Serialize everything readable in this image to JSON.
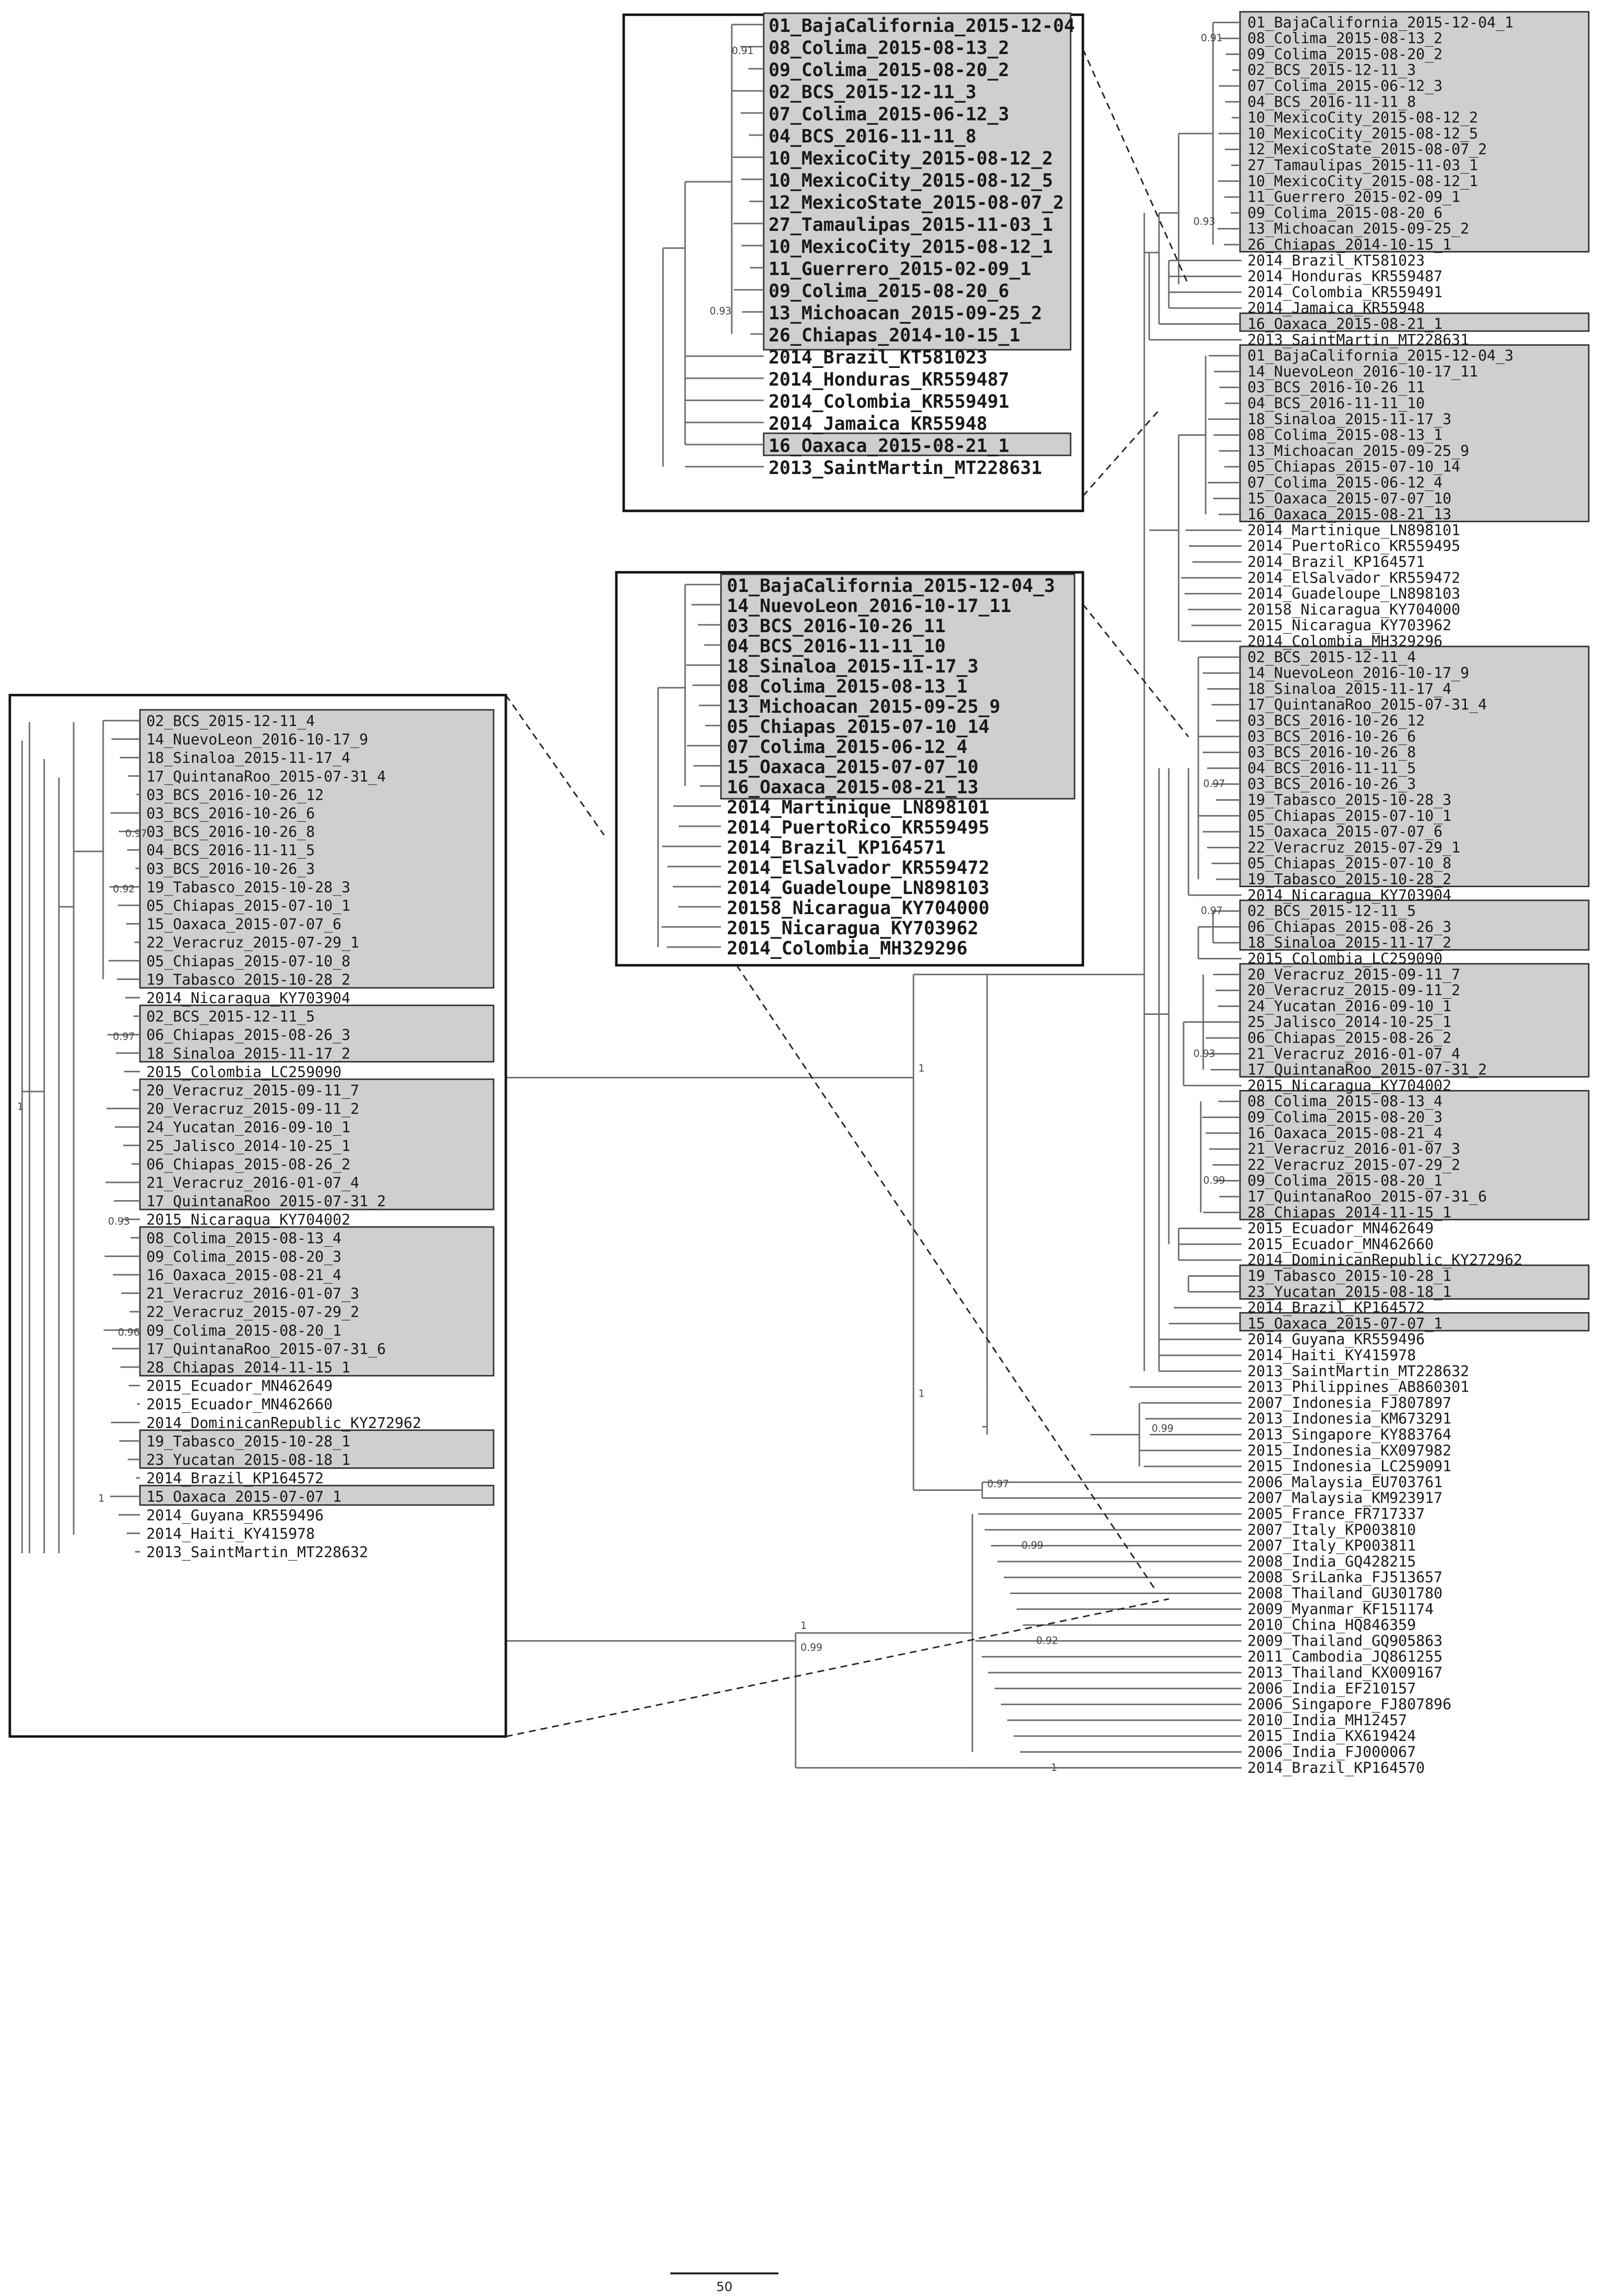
{
  "main_tree": {
    "clades": [
      {
        "shaded": true,
        "taxa": [
          "01_BajaCalifornia_2015-12-04_1",
          "08_Colima_2015-08-13_2",
          "09_Colima_2015-08-20_2",
          "02_BCS_2015-12-11_3",
          "07_Colima_2015-06-12_3",
          "04_BCS_2016-11-11_8",
          "10_MexicoCity_2015-08-12_2",
          "10_MexicoCity_2015-08-12_5",
          "12_MexicoState_2015-08-07_2",
          "27_Tamaulipas_2015-11-03_1",
          "10_MexicoCity_2015-08-12_1",
          "11_Guerrero_2015-02-09_1",
          "09_Colima_2015-08-20_6",
          "13_Michoacan_2015-09-25_2",
          "26_Chiapas_2014-10-15_1"
        ]
      },
      {
        "shaded": false,
        "taxa": [
          "2014_Brazil_KT581023",
          "2014_Honduras_KR559487",
          "2014_Colombia_KR559491",
          "2014_Jamaica_KR55948"
        ]
      },
      {
        "shaded": true,
        "taxa": [
          "16_Oaxaca_2015-08-21_1"
        ]
      },
      {
        "shaded": false,
        "taxa": [
          "2013_SaintMartin_MT228631"
        ]
      },
      {
        "shaded": true,
        "taxa": [
          "01_BajaCalifornia_2015-12-04_3",
          "14_NuevoLeon_2016-10-17_11",
          "03_BCS_2016-10-26_11",
          "04_BCS_2016-11-11_10",
          "18_Sinaloa_2015-11-17_3",
          "08_Colima_2015-08-13_1",
          "13_Michoacan_2015-09-25_9",
          "05_Chiapas_2015-07-10_14",
          "07_Colima_2015-06-12_4",
          "15_Oaxaca_2015-07-07_10",
          "16_Oaxaca_2015-08-21_13"
        ]
      },
      {
        "shaded": false,
        "taxa": [
          "2014_Martinique_LN898101",
          "2014_PuertoRico_KR559495",
          "2014_Brazil_KP164571",
          "2014_ElSalvador_KR559472",
          "2014_Guadeloupe_LN898103",
          "20158_Nicaragua_KY704000",
          "2015_Nicaragua_KY703962",
          "2014_Colombia_MH329296"
        ]
      },
      {
        "shaded": true,
        "taxa": [
          "02_BCS_2015-12-11_4",
          "14_NuevoLeon_2016-10-17_9",
          "18_Sinaloa_2015-11-17_4",
          "17_QuintanaRoo_2015-07-31_4",
          "03_BCS_2016-10-26_12",
          "03_BCS_2016-10-26_6",
          "03_BCS_2016-10-26_8",
          "04_BCS_2016-11-11_5",
          "03_BCS_2016-10-26_3",
          "19_Tabasco_2015-10-28_3",
          "05_Chiapas_2015-07-10_1",
          "15_Oaxaca_2015-07-07_6",
          "22_Veracruz_2015-07-29_1",
          "05_Chiapas_2015-07-10_8",
          "19_Tabasco_2015-10-28_2"
        ]
      },
      {
        "shaded": false,
        "taxa": [
          "2014_Nicaragua_KY703904"
        ]
      },
      {
        "shaded": true,
        "taxa": [
          "02_BCS_2015-12-11_5",
          "06_Chiapas_2015-08-26_3",
          "18_Sinaloa_2015-11-17_2"
        ]
      },
      {
        "shaded": false,
        "taxa": [
          "2015_Colombia_LC259090"
        ]
      },
      {
        "shaded": true,
        "taxa": [
          "20_Veracruz_2015-09-11_7",
          "20_Veracruz_2015-09-11_2",
          "24_Yucatan_2016-09-10_1",
          "25_Jalisco_2014-10-25_1",
          "06_Chiapas_2015-08-26_2",
          "21_Veracruz_2016-01-07_4",
          "17_QuintanaRoo_2015-07-31_2"
        ]
      },
      {
        "shaded": false,
        "taxa": [
          "2015_Nicaragua_KY704002"
        ]
      },
      {
        "shaded": true,
        "taxa": [
          "08_Colima_2015-08-13_4",
          "09_Colima_2015-08-20_3",
          "16_Oaxaca_2015-08-21_4",
          "21_Veracruz_2016-01-07_3",
          "22_Veracruz_2015-07-29_2",
          "09_Colima_2015-08-20_1",
          "17_QuintanaRoo_2015-07-31_6",
          "28_Chiapas_2014-11-15_1"
        ]
      },
      {
        "shaded": false,
        "taxa": [
          "2015_Ecuador_MN462649",
          "2015_Ecuador_MN462660",
          "2014_DominicanRepublic_KY272962"
        ]
      },
      {
        "shaded": true,
        "taxa": [
          "19_Tabasco_2015-10-28_1",
          "23_Yucatan_2015-08-18_1"
        ]
      },
      {
        "shaded": false,
        "taxa": [
          "2014_Brazil_KP164572"
        ]
      },
      {
        "shaded": true,
        "taxa": [
          "15_Oaxaca_2015-07-07_1"
        ]
      },
      {
        "shaded": false,
        "taxa": [
          "2014_Guyana_KR559496",
          "2014_Haiti_KY415978",
          "2013_SaintMartin_MT228632",
          "2013_Philippines_AB860301",
          "2007_Indonesia_FJ807897",
          "2013_Indonesia_KM673291",
          "2013_Singapore_KY883764",
          "2015_Indonesia_KX097982",
          "2015_Indonesia_LC259091",
          "2006_Malaysia_EU703761",
          "2007_Malaysia_KM923917",
          "2005_France_FR717337",
          "2007_Italy_KP003810",
          "2007_Italy_KP003811",
          "2008_India_GQ428215",
          "2008_SriLanka_FJ513657",
          "2008_Thailand_GU301780",
          "2009_Myanmar_KF151174",
          "2010_China_HQ846359",
          "2009_Thailand_GQ905863",
          "2011_Cambodia_JQ861255",
          "2013_Thailand_KX009167",
          "2006_India_EF210157",
          "2006_Singapore_FJ807896",
          "2010_India_MH12457",
          "2015_India_KX619424",
          "2006_India_FJ000067",
          "2014_Brazil_KP164570"
        ]
      }
    ],
    "support": [
      "0.91",
      "0.93",
      "1",
      "1",
      "0.97",
      "0.93",
      "0.99",
      "1",
      "0.99",
      "0.97",
      "0.99",
      "0.92",
      "1",
      "1",
      "0.99",
      "1",
      "1",
      "1",
      "1"
    ]
  },
  "inset_top": {
    "shaded_taxa": [
      "01_BajaCalifornia_2015-12-04",
      "08_Colima_2015-08-13_2",
      "09_Colima_2015-08-20_2",
      "02_BCS_2015-12-11_3",
      "07_Colima_2015-06-12_3",
      "04_BCS_2016-11-11_8",
      "10_MexicoCity_2015-08-12_2",
      "10_MexicoCity_2015-08-12_5",
      "12_MexicoState_2015-08-07_2",
      "27_Tamaulipas_2015-11-03_1",
      "10_MexicoCity_2015-08-12_1",
      "11_Guerrero_2015-02-09_1",
      "09_Colima_2015-08-20_6",
      "13_Michoacan_2015-09-25_2",
      "26_Chiapas_2014-10-15_1"
    ],
    "plain_taxa": [
      "2014_Brazil_KT581023",
      "2014_Honduras_KR559487",
      "2014_Colombia_KR559491",
      "2014_Jamaica_KR55948"
    ],
    "oaxaca": "16_Oaxaca_2015-08-21_1",
    "outgroup": "2013_SaintMartin_MT228631",
    "support": [
      "0.91",
      "0.93"
    ]
  },
  "inset_mid": {
    "shaded_taxa": [
      "01_BajaCalifornia_2015-12-04_3",
      "14_NuevoLeon_2016-10-17_11",
      "03_BCS_2016-10-26_11",
      "04_BCS_2016-11-11_10",
      "18_Sinaloa_2015-11-17_3",
      "08_Colima_2015-08-13_1",
      "13_Michoacan_2015-09-25_9",
      "05_Chiapas_2015-07-10_14",
      "07_Colima_2015-06-12_4",
      "15_Oaxaca_2015-07-07_10",
      "16_Oaxaca_2015-08-21_13"
    ],
    "plain_taxa": [
      "2014_Martinique_LN898101",
      "2014_PuertoRico_KR559495",
      "2014_Brazil_KP164571",
      "2014_ElSalvador_KR559472",
      "2014_Guadeloupe_LN898103",
      "20158_Nicaragua_KY704000",
      "2015_Nicaragua_KY703962",
      "2014_Colombia_MH329296"
    ]
  },
  "inset_left": {
    "rows": [
      {
        "shaded": true,
        "taxa": [
          "02_BCS_2015-12-11_4",
          "14_NuevoLeon_2016-10-17_9",
          "18_Sinaloa_2015-11-17_4",
          "17_QuintanaRoo_2015-07-31_4",
          "03_BCS_2016-10-26_12",
          "03_BCS_2016-10-26_6",
          "03_BCS_2016-10-26_8",
          "04_BCS_2016-11-11_5",
          "03_BCS_2016-10-26_3",
          "19_Tabasco_2015-10-28_3",
          "05_Chiapas_2015-07-10_1",
          "15_Oaxaca_2015-07-07_6",
          "22_Veracruz_2015-07-29_1",
          "05_Chiapas_2015-07-10_8",
          "19_Tabasco_2015-10-28_2"
        ]
      },
      {
        "shaded": false,
        "taxa": [
          "2014_Nicaragua_KY703904"
        ]
      },
      {
        "shaded": true,
        "taxa": [
          "02_BCS_2015-12-11_5",
          "06_Chiapas_2015-08-26_3",
          "18_Sinaloa_2015-11-17_2"
        ]
      },
      {
        "shaded": false,
        "taxa": [
          "2015_Colombia_LC259090"
        ]
      },
      {
        "shaded": true,
        "taxa": [
          "20_Veracruz_2015-09-11_7",
          "20_Veracruz_2015-09-11_2",
          "24_Yucatan_2016-09-10_1",
          "25_Jalisco_2014-10-25_1",
          "06_Chiapas_2015-08-26_2",
          "21_Veracruz_2016-01-07_4",
          "17_QuintanaRoo_2015-07-31_2"
        ]
      },
      {
        "shaded": false,
        "taxa": [
          "2015_Nicaragua_KY704002"
        ]
      },
      {
        "shaded": true,
        "taxa": [
          "08_Colima_2015-08-13_4",
          "09_Colima_2015-08-20_3",
          "16_Oaxaca_2015-08-21_4",
          "21_Veracruz_2016-01-07_3",
          "22_Veracruz_2015-07-29_2",
          "09_Colima_2015-08-20_1",
          "17_QuintanaRoo_2015-07-31_6",
          "28_Chiapas_2014-11-15_1"
        ]
      },
      {
        "shaded": false,
        "taxa": [
          "2015_Ecuador_MN462649",
          "2015_Ecuador_MN462660",
          "2014_DominicanRepublic_KY272962"
        ]
      },
      {
        "shaded": true,
        "taxa": [
          "19_Tabasco_2015-10-28_1",
          "23_Yucatan_2015-08-18_1"
        ]
      },
      {
        "shaded": false,
        "taxa": [
          "2014_Brazil_KP164572"
        ]
      },
      {
        "shaded": true,
        "taxa": [
          "15_Oaxaca_2015-07-07_1"
        ]
      },
      {
        "shaded": false,
        "taxa": [
          "2014_Guyana_KR559496",
          "2014_Haiti_KY415978",
          "2013_SaintMartin_MT228632"
        ]
      }
    ],
    "support": [
      "0.92",
      "0.97",
      "0.93",
      "0.96",
      "1",
      "1"
    ]
  },
  "scale_bar": {
    "label": "50"
  },
  "colors": {
    "shade": "#cfcfcf",
    "branch": "#6a6a6a",
    "frame": "#111111"
  }
}
